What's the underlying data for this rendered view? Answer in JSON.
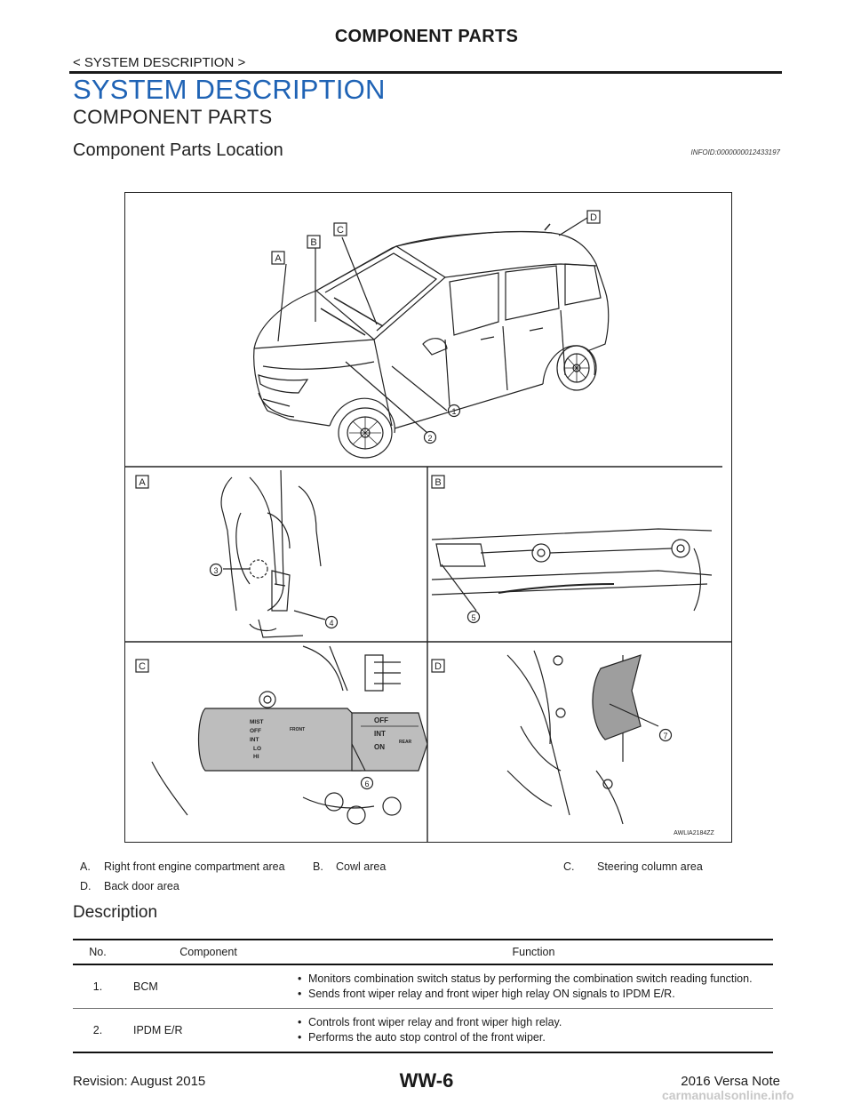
{
  "header": {
    "title": "COMPONENT PARTS",
    "breadcrumb": "< SYSTEM DESCRIPTION >"
  },
  "section_title": "SYSTEM DESCRIPTION",
  "subsection_title": "COMPONENT PARTS",
  "subsubsection_title": "Component Parts Location",
  "info_id": "INFOID:0000000012433197",
  "figure": {
    "callout_letters": [
      "A",
      "B",
      "C",
      "D"
    ],
    "callout_numbers": [
      "1",
      "2",
      "3",
      "4",
      "5",
      "6",
      "7"
    ],
    "panel_labels": [
      "A",
      "B",
      "C",
      "D"
    ],
    "image_id": "AWLIA2184ZZ",
    "switch_labels": {
      "mist": "MIST",
      "off": "OFF",
      "int": "INT",
      "lo": "LO",
      "hi": "HI",
      "front": "FRONT",
      "rear_off": "OFF",
      "rear_int": "INT",
      "rear_on": "ON",
      "rear": "REAR"
    }
  },
  "legend": [
    {
      "key": "A.",
      "text": "Right front engine compartment area"
    },
    {
      "key": "B.",
      "text": "Cowl area"
    },
    {
      "key": "C.",
      "text": "Steering column area"
    },
    {
      "key": "D.",
      "text": "Back door area"
    }
  ],
  "description_title": "Description",
  "table": {
    "headers": [
      "No.",
      "Component",
      "Function"
    ],
    "rows": [
      {
        "no": "1.",
        "component": "BCM",
        "functions": [
          "Monitors combination switch status by performing the combination switch reading function.",
          "Sends front wiper relay and front wiper high relay ON signals to IPDM E/R."
        ]
      },
      {
        "no": "2.",
        "component": "IPDM E/R",
        "functions": [
          "Controls front wiper relay and front wiper high relay.",
          "Performs the auto stop control of the front wiper."
        ]
      }
    ]
  },
  "footer": {
    "revision": "Revision: August 2015",
    "page": "WW-6",
    "model": "2016 Versa Note"
  },
  "watermark": "carmanualsonline.info"
}
